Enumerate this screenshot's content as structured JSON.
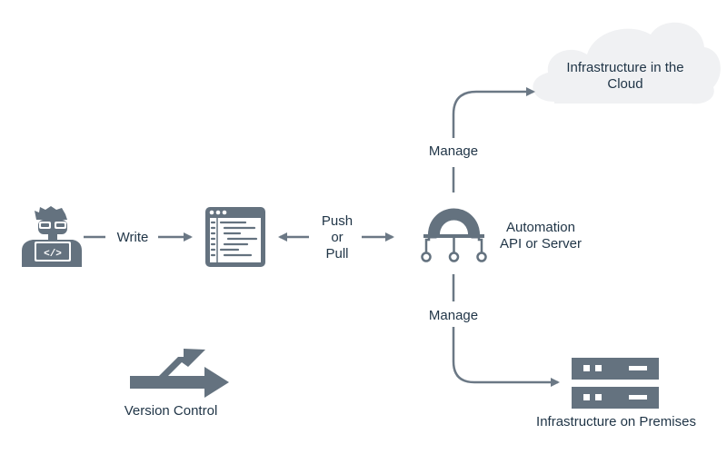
{
  "colors": {
    "icon": "#64727f",
    "connector": "#6b7885",
    "text": "#1f3446",
    "cloud": "#f0f1f3",
    "background": "#ffffff"
  },
  "labels": {
    "write": "Write",
    "push": "Push",
    "or": "or",
    "pull": "Pull",
    "automation_line1": "Automation",
    "automation_line2": "API or Server",
    "manage_top": "Manage",
    "manage_bottom": "Manage",
    "cloud_line1": "Infrastructure in the",
    "cloud_line2": "Cloud",
    "premises": "Infrastructure on Premises",
    "version_control": "Version Control"
  },
  "icons": {
    "developer": "developer-icon",
    "code_file": "code-editor-icon",
    "automation": "automation-gear-icon",
    "cloud": "cloud-icon",
    "server": "server-rack-icon",
    "version_control": "branch-arrows-icon"
  }
}
